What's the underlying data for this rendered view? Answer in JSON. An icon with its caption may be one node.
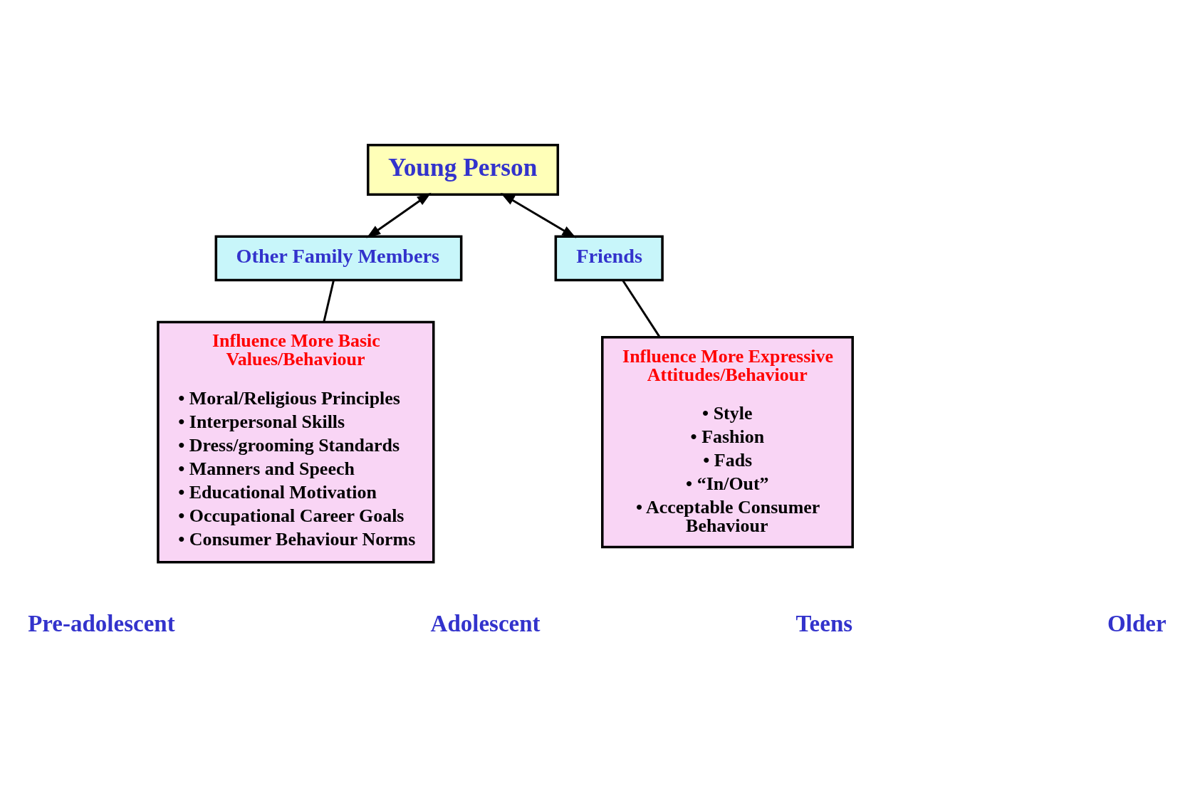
{
  "diagram": {
    "nodes": [
      {
        "text": [
          "Young Person"
        ]
      },
      {
        "text": [
          "Other Family Members"
        ]
      },
      {
        "text": [
          "Friends"
        ]
      },
      {
        "text": [
          "Influence More Basic Values/Behaviour",
          "• Moral/Religious Principles",
          "• Interpersonal Skills",
          "• Dress/grooming Standards",
          "• Manners and Speech",
          "• Educational Motivation",
          "• Occupational Career Goals",
          "• Consumer Behaviour Norms"
        ]
      },
      {
        "text": [
          "Influence More Expressive Attitudes/Behaviour",
          "• Style",
          "• Fashion",
          "• Fads",
          "• “In/Out”",
          "• Acceptable Consumer Behaviour"
        ]
      }
    ],
    "edges": [
      {
        "from": 0,
        "to": 1,
        "arrow": "both"
      },
      {
        "from": 0,
        "to": 2,
        "arrow": "both"
      },
      {
        "from": 1,
        "to": 3,
        "arrow": "none"
      },
      {
        "from": 2,
        "to": 4,
        "arrow": "none"
      }
    ],
    "labels": [
      "Pre-adolescent",
      "Adolescent",
      "Teens",
      "Older"
    ]
  }
}
